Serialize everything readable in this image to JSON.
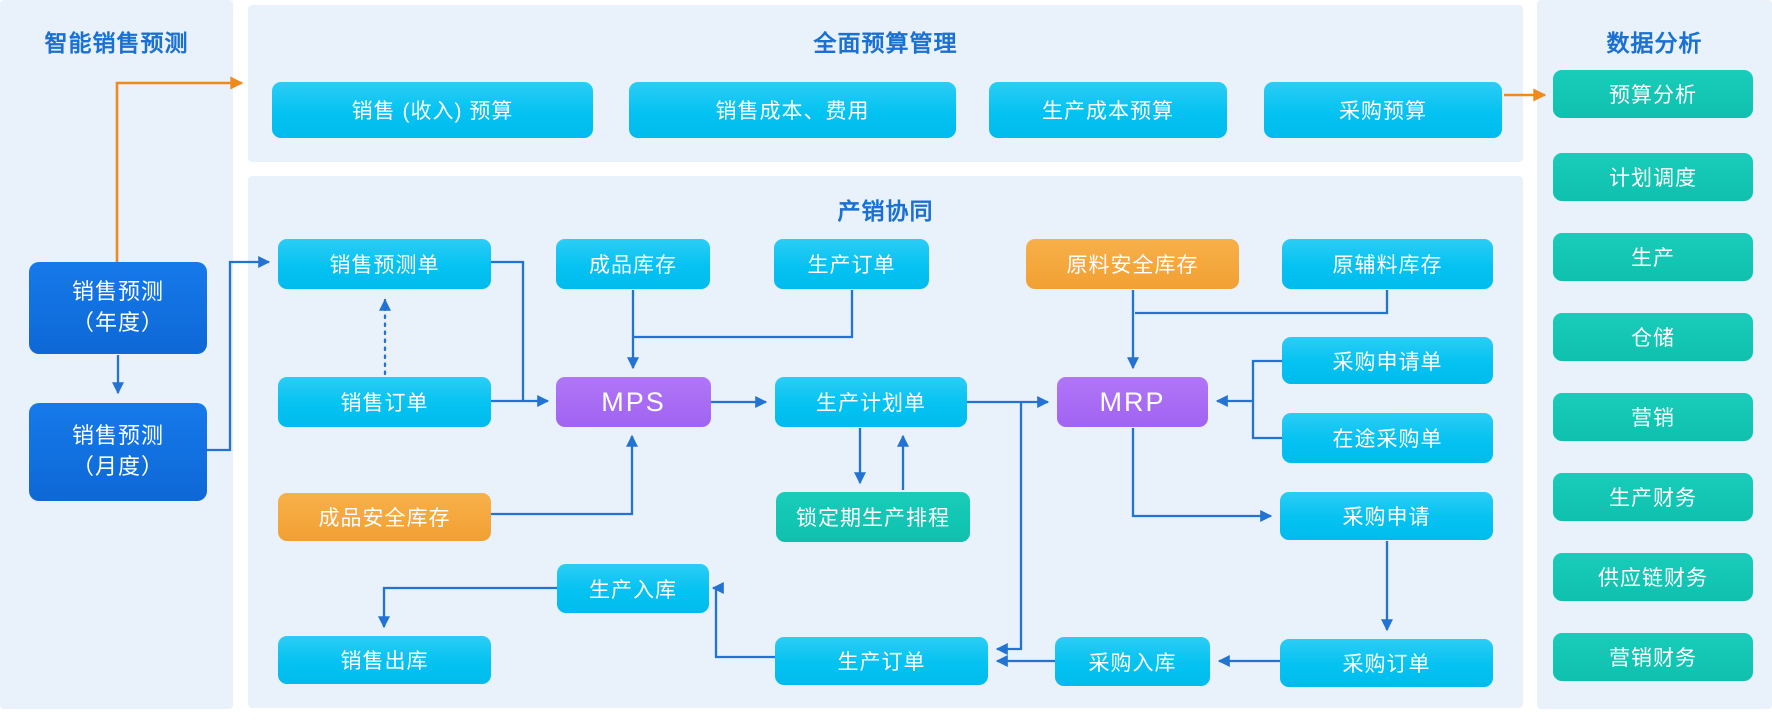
{
  "colors": {
    "panel_bg": "#e9f1fa",
    "cyan_box": "#04c2f1",
    "purple_box": "#a565f2",
    "orange_box": "#f2a032",
    "teal_box": "#12c5b3",
    "dark_blue_box": "#1171e0",
    "connector_blue": "#2273d2",
    "connector_orange": "#ee8a1e",
    "title_blue": "#1a71d2"
  },
  "left_panel": {
    "title": "智能销售预测",
    "annual_box": {
      "line1": "销售预测",
      "line2": "（年度）"
    },
    "monthly_box": {
      "line1": "销售预测",
      "line2": "（月度）"
    }
  },
  "budget_panel": {
    "title": "全面预算管理",
    "boxes": {
      "sales_revenue_budget": "销售 (收入) 预算",
      "sales_cost_expense": "销售成本、费用",
      "production_cost_budget": "生产成本预算",
      "purchase_budget": "采购预算"
    }
  },
  "coordination_panel": {
    "title": "产销协同",
    "nodes": {
      "sales_forecast_order": "销售预测单",
      "finished_goods_inventory": "成品库存",
      "production_order_top": "生产订单",
      "raw_material_safety_stock": "原料安全库存",
      "raw_aux_material_inventory": "原辅料库存",
      "sales_order": "销售订单",
      "mps": "MPS",
      "production_plan_order": "生产计划单",
      "mrp": "MRP",
      "purchase_request_order": "采购申请单",
      "in_transit_purchase_order": "在途采购单",
      "finished_goods_safety_stock": "成品安全库存",
      "locked_period_schedule": "锁定期生产排程",
      "purchase_request": "采购申请",
      "production_inbound": "生产入库",
      "sales_outbound": "销售出库",
      "production_order_bottom": "生产订单",
      "purchase_inbound": "采购入库",
      "purchase_order": "采购订单"
    }
  },
  "analysis_panel": {
    "title": "数据分析",
    "items": [
      "预算分析",
      "计划调度",
      "生产",
      "仓储",
      "营销",
      "生产财务",
      "供应链财务",
      "营销财务"
    ]
  }
}
